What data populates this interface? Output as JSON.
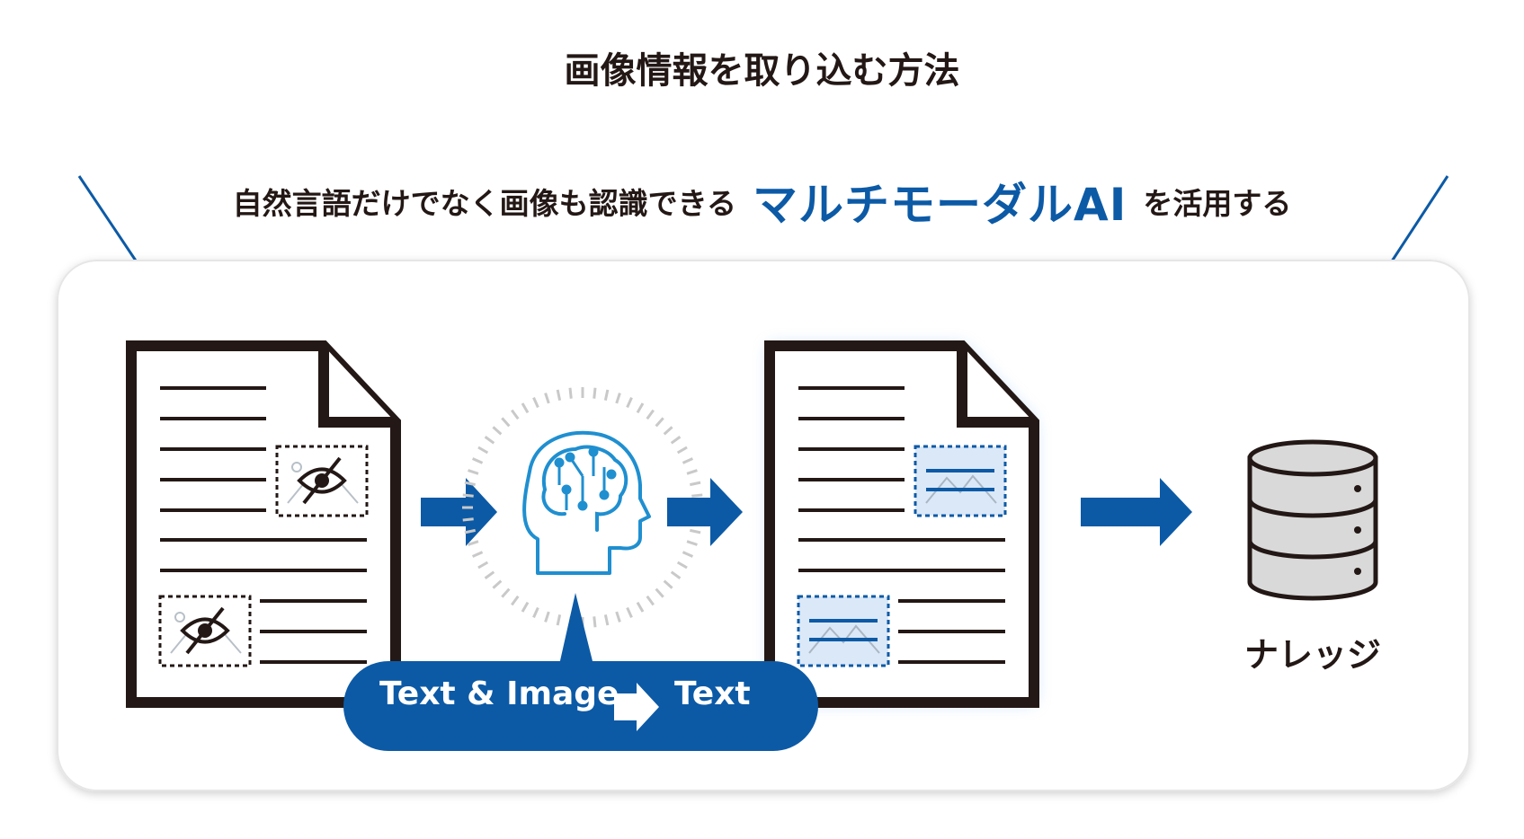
{
  "title": "画像情報を取り込む方法",
  "subtitle": {
    "before": "自然言語だけでなく画像も認識できる",
    "accent": "マルチモーダルAI",
    "after": "を活用する"
  },
  "conversion": {
    "from": "Text & Image",
    "to": "Text"
  },
  "knowledge_label": "ナレッジ",
  "colors": {
    "accent_blue": "#0c5aa6",
    "ai_icon_blue": "#1f8fd0",
    "text_dark": "#231815",
    "document_outline": "#231815",
    "database_fill": "#d9d9d9",
    "panel_border": "#e6e6e6",
    "image_placeholder_tint": "#dbe8f7"
  },
  "icons": [
    "document-icon",
    "hidden-image-icon",
    "arrow-right-icon",
    "ai-brain-icon",
    "recognized-image-icon",
    "database-icon"
  ]
}
